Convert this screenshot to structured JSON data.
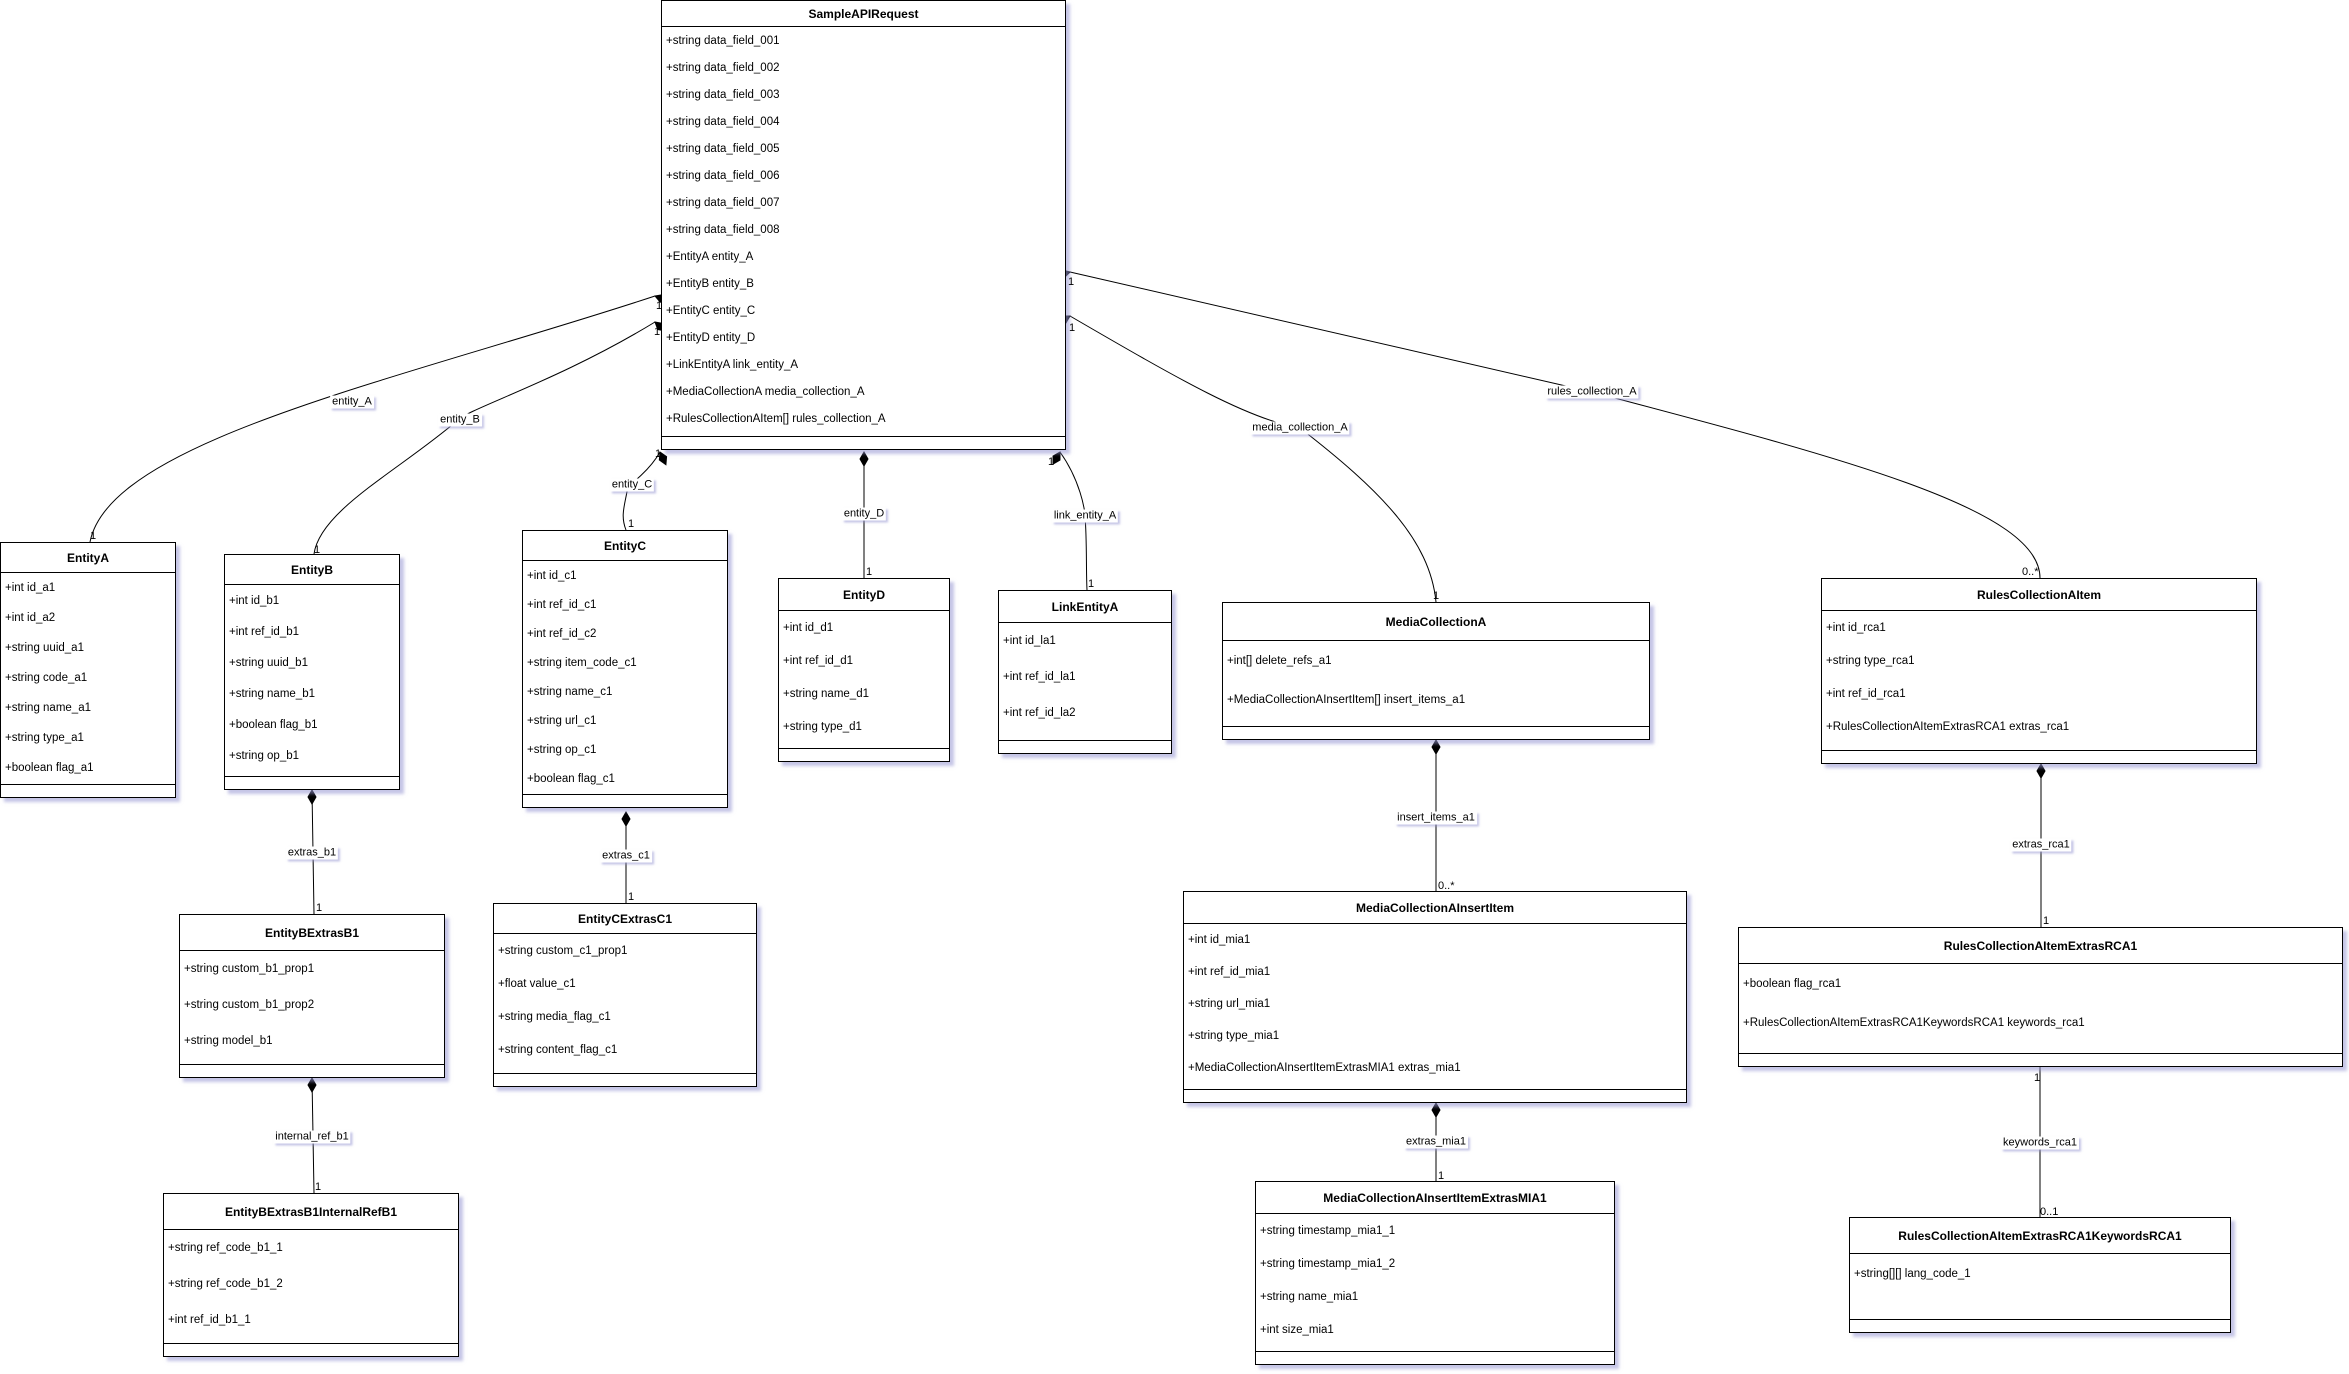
{
  "classes": {
    "api": {
      "name": "SampleAPIRequest",
      "attrs": [
        "+string data_field_001",
        "+string data_field_002",
        "+string data_field_003",
        "+string data_field_004",
        "+string data_field_005",
        "+string data_field_006",
        "+string data_field_007",
        "+string data_field_008",
        "+EntityA entity_A",
        "+EntityB entity_B",
        "+EntityC entity_C",
        "+EntityD entity_D",
        "+LinkEntityA link_entity_A",
        "+MediaCollectionA media_collection_A",
        "+RulesCollectionAItem[] rules_collection_A"
      ]
    },
    "ea": {
      "name": "EntityA",
      "attrs": [
        "+int id_a1",
        "+int id_a2",
        "+string uuid_a1",
        "+string code_a1",
        "+string name_a1",
        "+string type_a1",
        "+boolean flag_a1"
      ]
    },
    "eb": {
      "name": "EntityB",
      "attrs": [
        "+int id_b1",
        "+int ref_id_b1",
        "+string uuid_b1",
        "+string name_b1",
        "+boolean flag_b1",
        "+string op_b1"
      ]
    },
    "ec": {
      "name": "EntityC",
      "attrs": [
        "+int id_c1",
        "+int ref_id_c1",
        "+int ref_id_c2",
        "+string item_code_c1",
        "+string name_c1",
        "+string url_c1",
        "+string op_c1",
        "+boolean flag_c1"
      ]
    },
    "ed": {
      "name": "EntityD",
      "attrs": [
        "+int id_d1",
        "+int ref_id_d1",
        "+string name_d1",
        "+string type_d1"
      ]
    },
    "le": {
      "name": "LinkEntityA",
      "attrs": [
        "+int id_la1",
        "+int ref_id_la1",
        "+int ref_id_la2"
      ]
    },
    "mc": {
      "name": "MediaCollectionA",
      "attrs": [
        "+int[] delete_refs_a1",
        "+MediaCollectionAInsertItem[] insert_items_a1"
      ]
    },
    "rc": {
      "name": "RulesCollectionAItem",
      "attrs": [
        "+int id_rca1",
        "+string type_rca1",
        "+int ref_id_rca1",
        "+RulesCollectionAItemExtrasRCA1 extras_rca1"
      ]
    },
    "ebx": {
      "name": "EntityBExtrasB1",
      "attrs": [
        "+string custom_b1_prop1",
        "+string custom_b1_prop2",
        "+string model_b1"
      ]
    },
    "ecx": {
      "name": "EntityCExtrasC1",
      "attrs": [
        "+string custom_c1_prop1",
        "+float value_c1",
        "+string media_flag_c1",
        "+string content_flag_c1"
      ]
    },
    "ebi": {
      "name": "EntityBExtrasB1InternalRefB1",
      "attrs": [
        "+string ref_code_b1_1",
        "+string ref_code_b1_2",
        "+int ref_id_b1_1"
      ]
    },
    "mi": {
      "name": "MediaCollectionAInsertItem",
      "attrs": [
        "+int id_mia1",
        "+int ref_id_mia1",
        "+string url_mia1",
        "+string type_mia1",
        "+MediaCollectionAInsertItemExtrasMIA1 extras_mia1"
      ]
    },
    "mix": {
      "name": "MediaCollectionAInsertItemExtrasMIA1",
      "attrs": [
        "+string timestamp_mia1_1",
        "+string timestamp_mia1_2",
        "+string name_mia1",
        "+int size_mia1"
      ]
    },
    "rcx": {
      "name": "RulesCollectionAItemExtrasRCA1",
      "attrs": [
        "+boolean flag_rca1",
        "+RulesCollectionAItemExtrasRCA1KeywordsRCA1 keywords_rca1"
      ]
    },
    "rck": {
      "name": "RulesCollectionAItemExtrasRCA1KeywordsRCA1",
      "attrs": [
        "+string[][] lang_code_1"
      ]
    }
  },
  "relations": {
    "entity_A": {
      "label": "entity_A",
      "src_mult": "1",
      "dst_mult": "1"
    },
    "entity_B": {
      "label": "entity_B",
      "src_mult": "1",
      "dst_mult": "1"
    },
    "entity_C": {
      "label": "entity_C",
      "src_mult": "1",
      "dst_mult": "1"
    },
    "entity_D": {
      "label": "entity_D",
      "src_mult": "",
      "dst_mult": "1"
    },
    "link_entity_A": {
      "label": "link_entity_A",
      "src_mult": "1",
      "dst_mult": "1"
    },
    "media_collection_A": {
      "label": "media_collection_A",
      "src_mult": "1",
      "dst_mult": "1"
    },
    "rules_collection_A": {
      "label": "rules_collection_A",
      "src_mult": "1",
      "dst_mult": "0..*"
    },
    "extras_b1": {
      "label": "extras_b1",
      "src_mult": "",
      "dst_mult": "1"
    },
    "extras_c1": {
      "label": "extras_c1",
      "src_mult": "",
      "dst_mult": "1"
    },
    "internal_ref_b1": {
      "label": "internal_ref_b1",
      "src_mult": "",
      "dst_mult": "1"
    },
    "insert_items_a1": {
      "label": "insert_items_a1",
      "src_mult": "",
      "dst_mult": "0..*"
    },
    "extras_mia1": {
      "label": "extras_mia1",
      "src_mult": "",
      "dst_mult": "1"
    },
    "extras_rca1": {
      "label": "extras_rca1",
      "src_mult": "",
      "dst_mult": "1"
    },
    "keywords_rca1": {
      "label": "keywords_rca1",
      "src_mult": "1",
      "dst_mult": "0..1"
    }
  }
}
